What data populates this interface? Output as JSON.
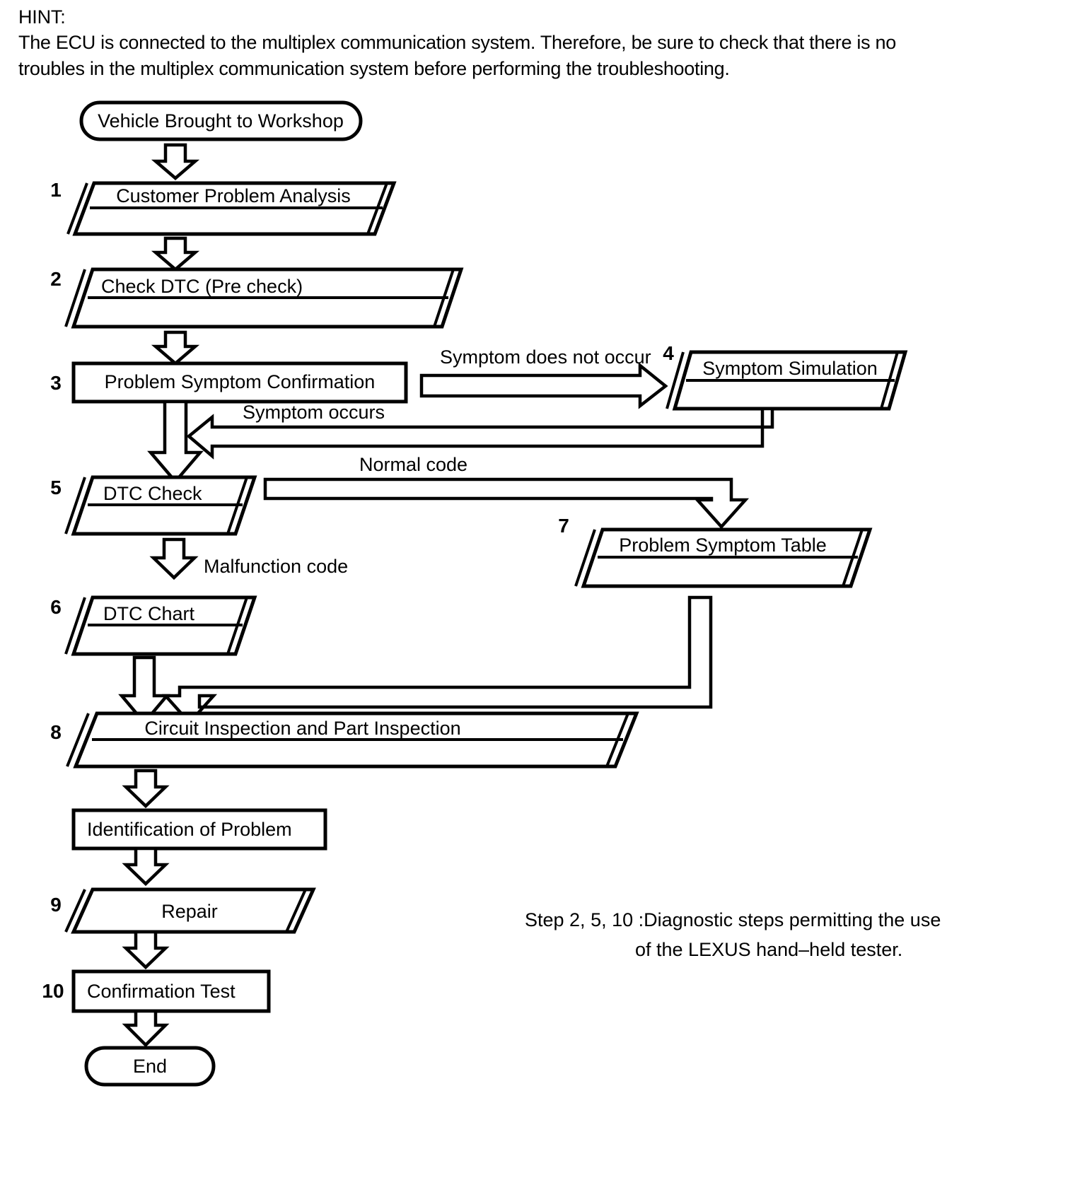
{
  "hint": {
    "title": "HINT:",
    "line1": "The ECU is connected to the multiplex communication system. Therefore, be sure to check that there is no",
    "line2": "troubles in the multiplex communication system before performing the troubleshooting."
  },
  "flowchart": {
    "start_label": "Vehicle Brought to Workshop",
    "end_label": "End",
    "nodes": [
      {
        "step": "1",
        "label": "Customer Problem Analysis"
      },
      {
        "step": "2",
        "label": "Check DTC (Pre check)"
      },
      {
        "step": "3",
        "label": "Problem Symptom Confirmation"
      },
      {
        "step": "4",
        "label": "Symptom Simulation"
      },
      {
        "step": "5",
        "label": "DTC Check"
      },
      {
        "step": "6",
        "label": "DTC Chart"
      },
      {
        "step": "7",
        "label": "Problem Symptom Table"
      },
      {
        "step": "8",
        "label": "Circuit Inspection and Part Inspection"
      },
      {
        "step": "",
        "label": "Identification of Problem"
      },
      {
        "step": "9",
        "label": "Repair"
      },
      {
        "step": "10",
        "label": "Confirmation Test"
      }
    ],
    "edge_labels": {
      "symptom_not_occur": "Symptom does not occur",
      "symptom_occurs": "Symptom occurs",
      "normal_code": "Normal code",
      "malfunction_code": "Malfunction code"
    }
  },
  "note": {
    "line1": "Step 2, 5, 10 :Diagnostic steps permitting the use",
    "line2": "of the LEXUS hand–held tester."
  },
  "colors": {
    "ink": "#000000",
    "paper": "#ffffff"
  }
}
